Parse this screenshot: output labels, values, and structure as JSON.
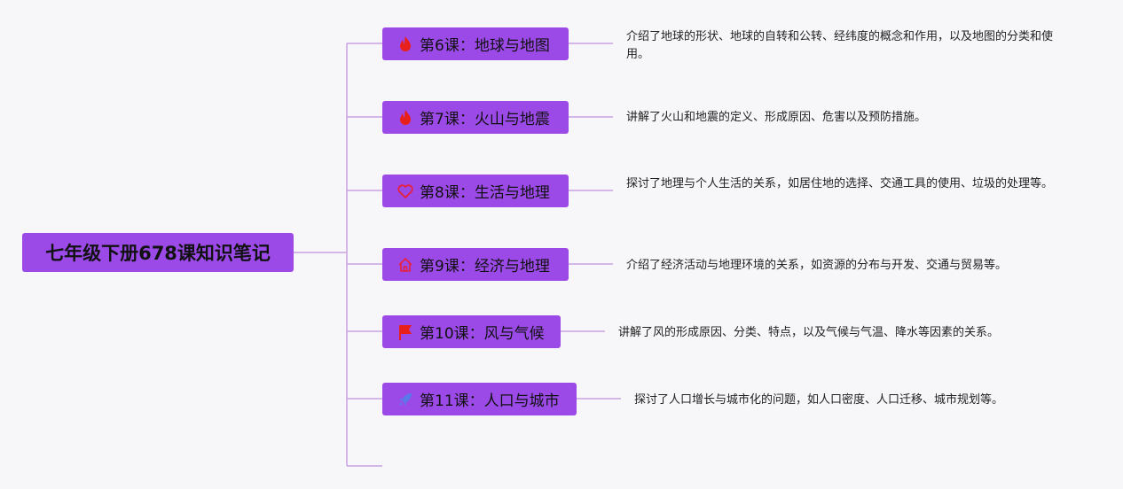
{
  "root": {
    "label": "七年级下册678课知识笔记"
  },
  "lessons": [
    {
      "title": "第6课：地球与地图",
      "icon": "fire-icon",
      "description": "介绍了地球的形状、地球的自转和公转、经纬度的概念和作用，以及地图的分类和使用。"
    },
    {
      "title": "第7课：火山与地震",
      "icon": "fire-icon",
      "description": "讲解了火山和地震的定义、形成原因、危害以及预防措施。"
    },
    {
      "title": "第8课：生活与地理",
      "icon": "heart-icon",
      "description": "探讨了地理与个人生活的关系，如居住地的选择、交通工具的使用、垃圾的处理等。"
    },
    {
      "title": "第9课：经济与地理",
      "icon": "home-icon",
      "description": "介绍了经济活动与地理环境的关系，如资源的分布与开发、交通与贸易等。"
    },
    {
      "title": "第10课：风与气候",
      "icon": "flag-icon",
      "description": "讲解了风的形成原因、分类、特点，以及气候与气温、降水等因素的关系。"
    },
    {
      "title": "第11课：人口与城市",
      "icon": "rocket-icon",
      "description": "探讨了人口增长与城市化的问题，如人口密度、人口迁移、城市规划等。"
    }
  ],
  "colors": {
    "node": "#9b4ae8",
    "line": "#c9a2e0",
    "fire": "#e8201c",
    "heart": "#e8203c",
    "flag": "#e8201c",
    "rocket": "#5a78e8"
  }
}
